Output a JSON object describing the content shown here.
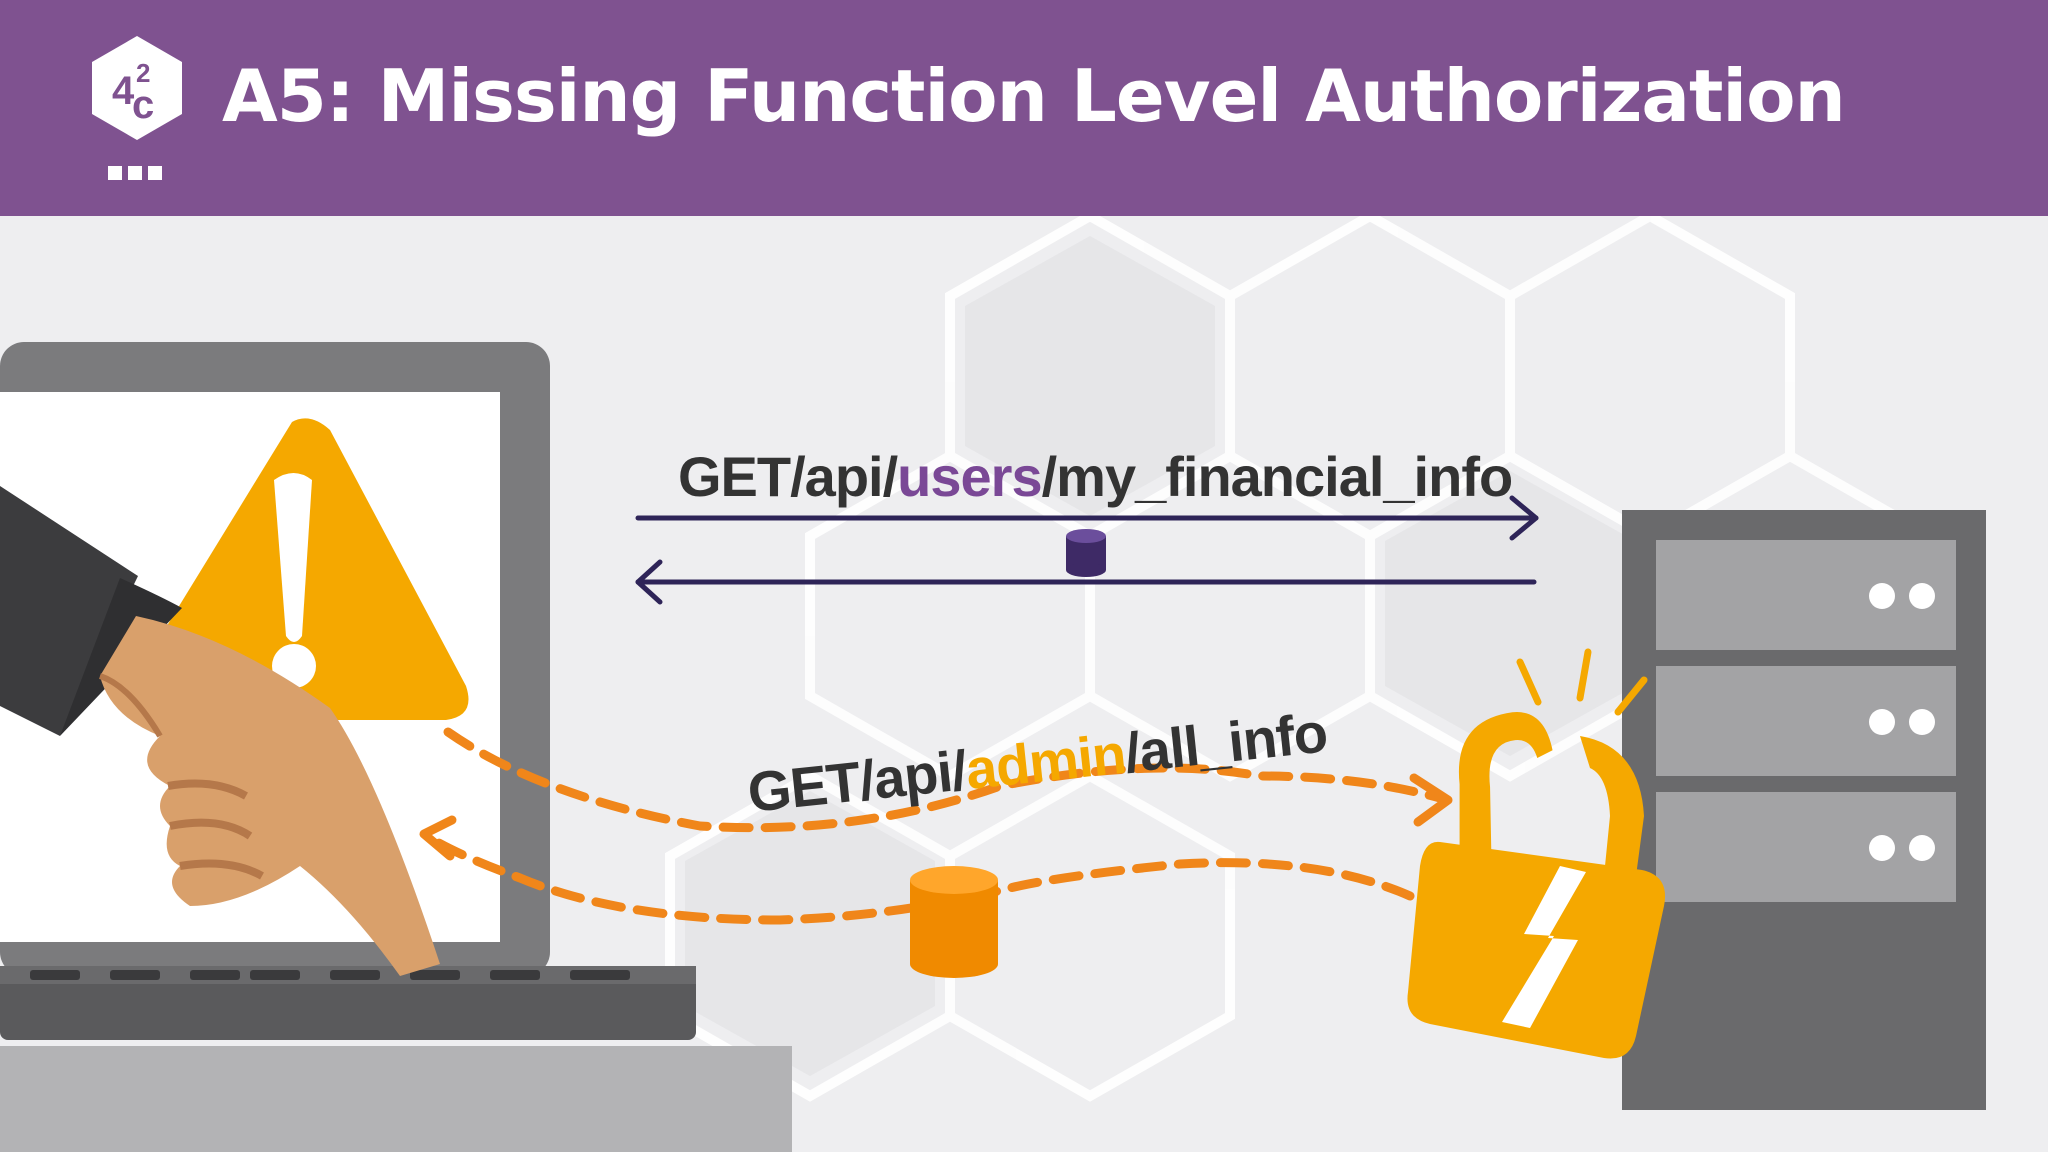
{
  "header": {
    "title": "A5: Missing Function Level Authorization",
    "logo_text": "42c"
  },
  "diagram": {
    "request_user": {
      "prefix": "GET/api/",
      "highlight": "users",
      "suffix": "/my_financial_info"
    },
    "request_admin": {
      "prefix": "GET/api/",
      "highlight": "admin",
      "suffix": "/all_info"
    },
    "icons": [
      "warning-icon",
      "lock-icon",
      "server-icon",
      "laptop-icon",
      "hand-icon",
      "database-icon"
    ]
  },
  "colors": {
    "header_bg": "#7f5290",
    "purple_accent": "#7a4896",
    "orange_accent": "#f5a800",
    "dashed_arrow": "#f0861a",
    "arrow_dark": "#2e2458"
  }
}
